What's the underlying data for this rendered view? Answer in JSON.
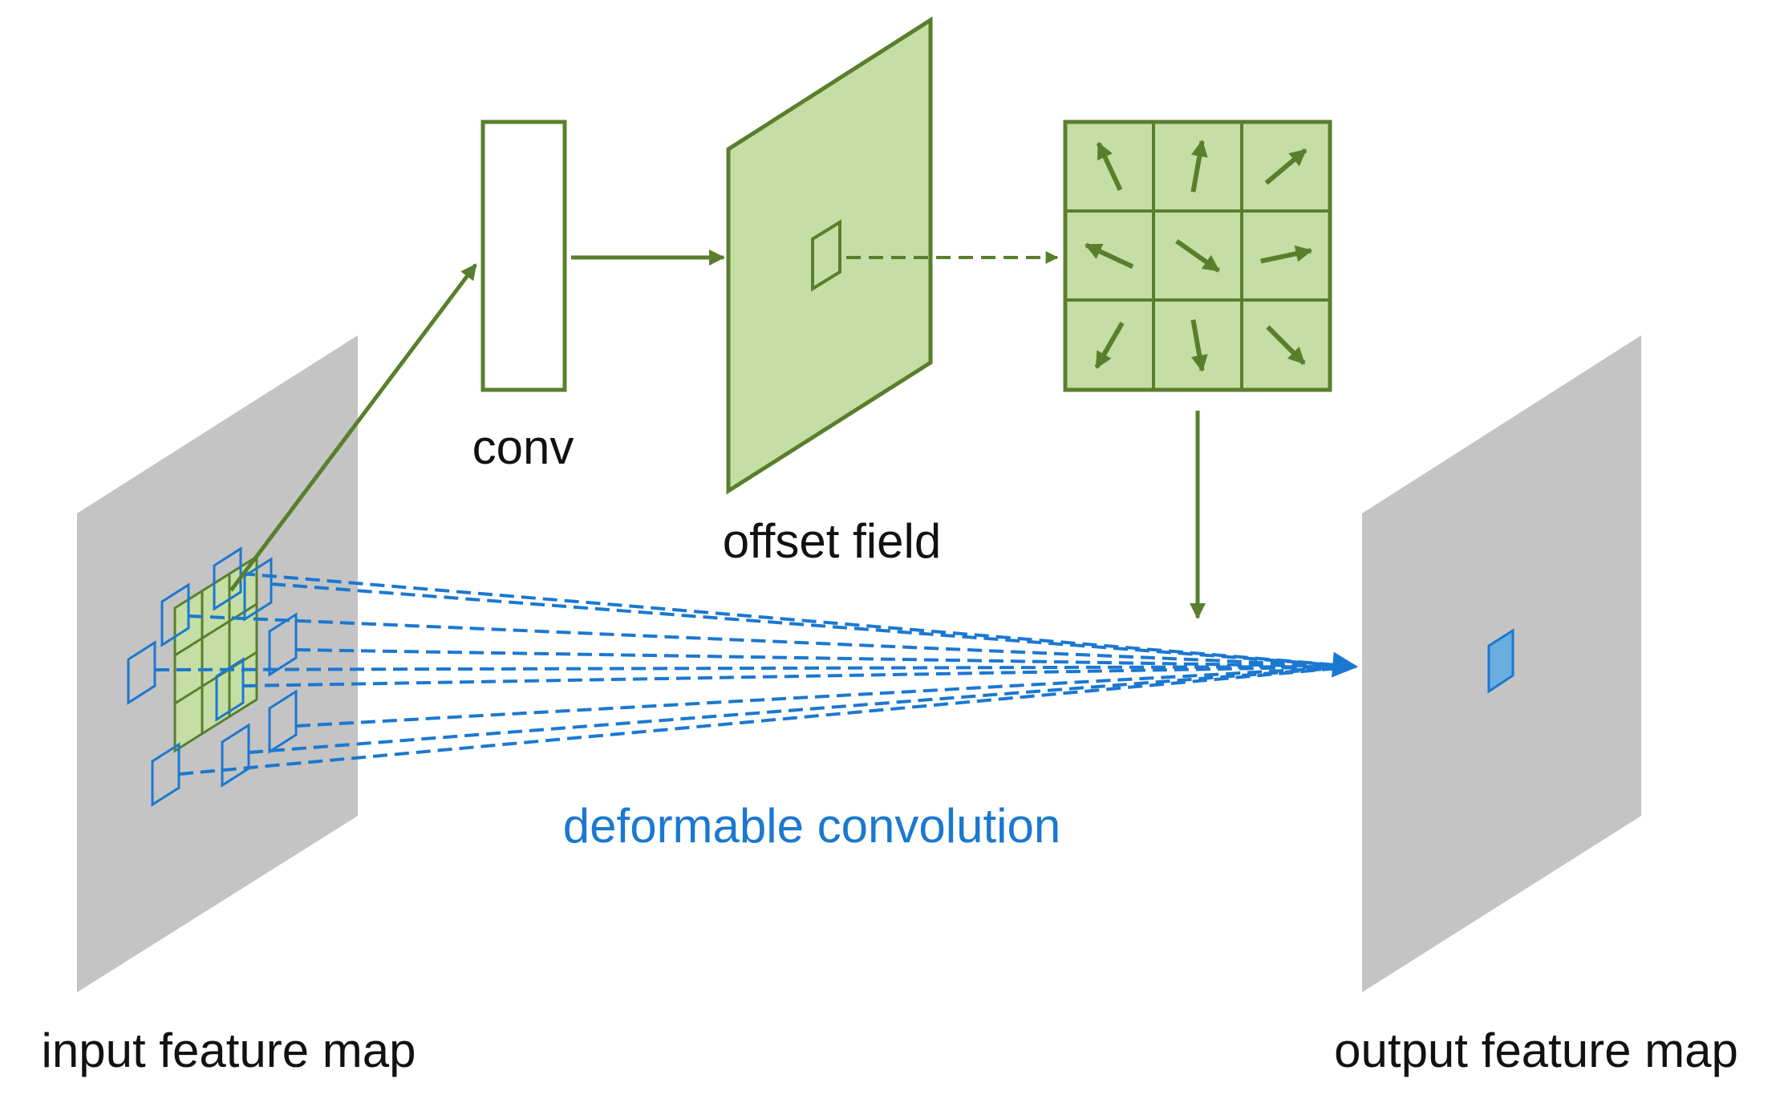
{
  "labels": {
    "conv": "conv",
    "offset_field": "offset field",
    "deformable_convolution": "deformable convolution",
    "input_feature_map": "input feature map",
    "output_feature_map": "output feature map"
  },
  "colors": {
    "green": "#5a7f2c",
    "light_green": "#c5dea6",
    "blue": "#1b78d0",
    "light_blue": "#6aaedf",
    "gray": "#c4c4c4",
    "text_black": "#111111",
    "text_blue": "#1b78d0"
  },
  "offset_grid": {
    "rows": 3,
    "cols": 3,
    "arrow_directions_deg": [
      [
        -115,
        -80,
        -40
      ],
      [
        -155,
        35,
        -12
      ],
      [
        120,
        80,
        45
      ]
    ]
  }
}
